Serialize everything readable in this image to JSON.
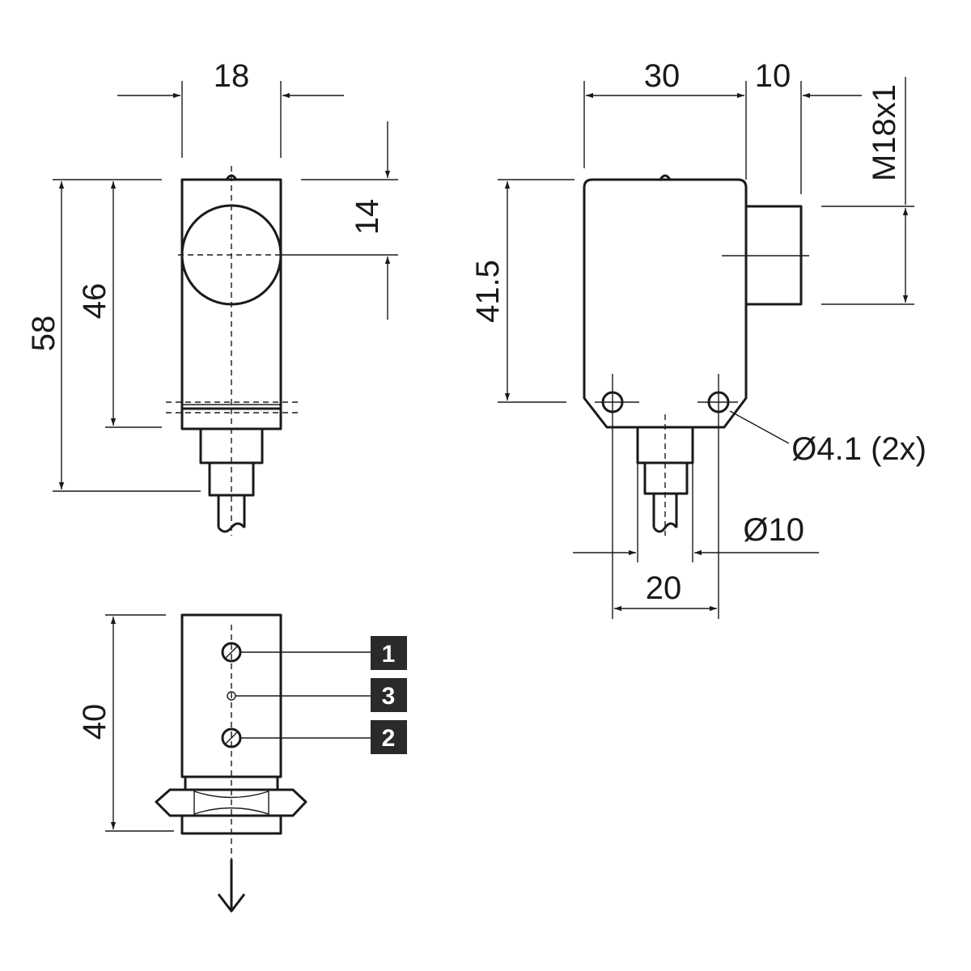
{
  "dimensions": {
    "width_18": "18",
    "height_58": "58",
    "height_46": "46",
    "offset_14": "14",
    "width_30": "30",
    "width_10": "10",
    "thread": "M18x1",
    "height_41_5": "41.5",
    "hole_dia": "Ø4.1 (2x)",
    "cable_dia": "Ø10",
    "spacing_20": "20",
    "height_40": "40"
  },
  "pins": [
    {
      "label": "1"
    },
    {
      "label": "3"
    },
    {
      "label": "2"
    }
  ],
  "colors": {
    "line": "#1a1a1a",
    "pin_box": "#2a2a2a",
    "background": "#ffffff"
  }
}
